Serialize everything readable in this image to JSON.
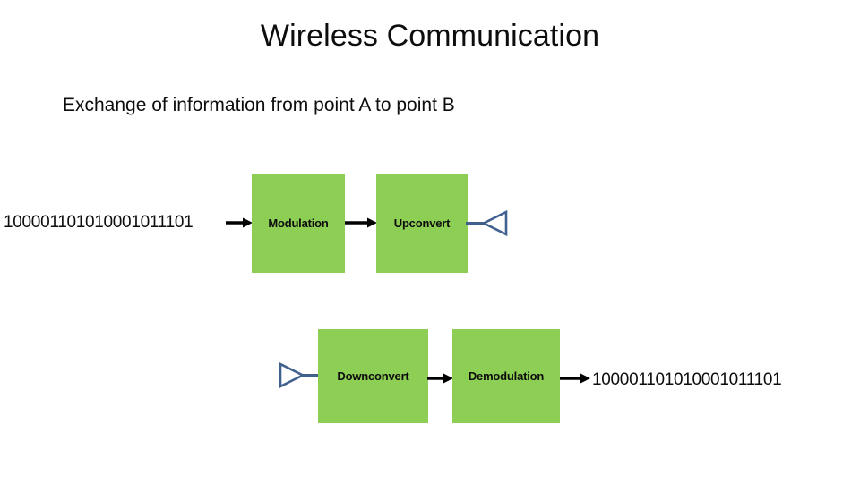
{
  "slide": {
    "title": "Wireless Communication",
    "subtitle": "Exchange of information from point A to point B"
  },
  "colors": {
    "block_fill": "#8dce54",
    "antenna_stroke": "#40618e",
    "arrow": "#000000",
    "text": "#0d0d0d",
    "background": "#ffffff"
  },
  "diagram": {
    "transmit_chain": {
      "input_binary": "100001101010001011101",
      "blocks": [
        {
          "id": "modulation",
          "label": "Modulation"
        },
        {
          "id": "upconvert",
          "label": "Upconvert"
        }
      ],
      "antenna": {
        "id": "transmit-antenna",
        "icon": "antenna-icon"
      }
    },
    "receive_chain": {
      "antenna": {
        "id": "receive-antenna",
        "icon": "antenna-icon"
      },
      "blocks": [
        {
          "id": "downconvert",
          "label": "Downconvert"
        },
        {
          "id": "demodulation",
          "label": "Demodulation"
        }
      ],
      "output_binary": "100001101010001011101"
    }
  }
}
